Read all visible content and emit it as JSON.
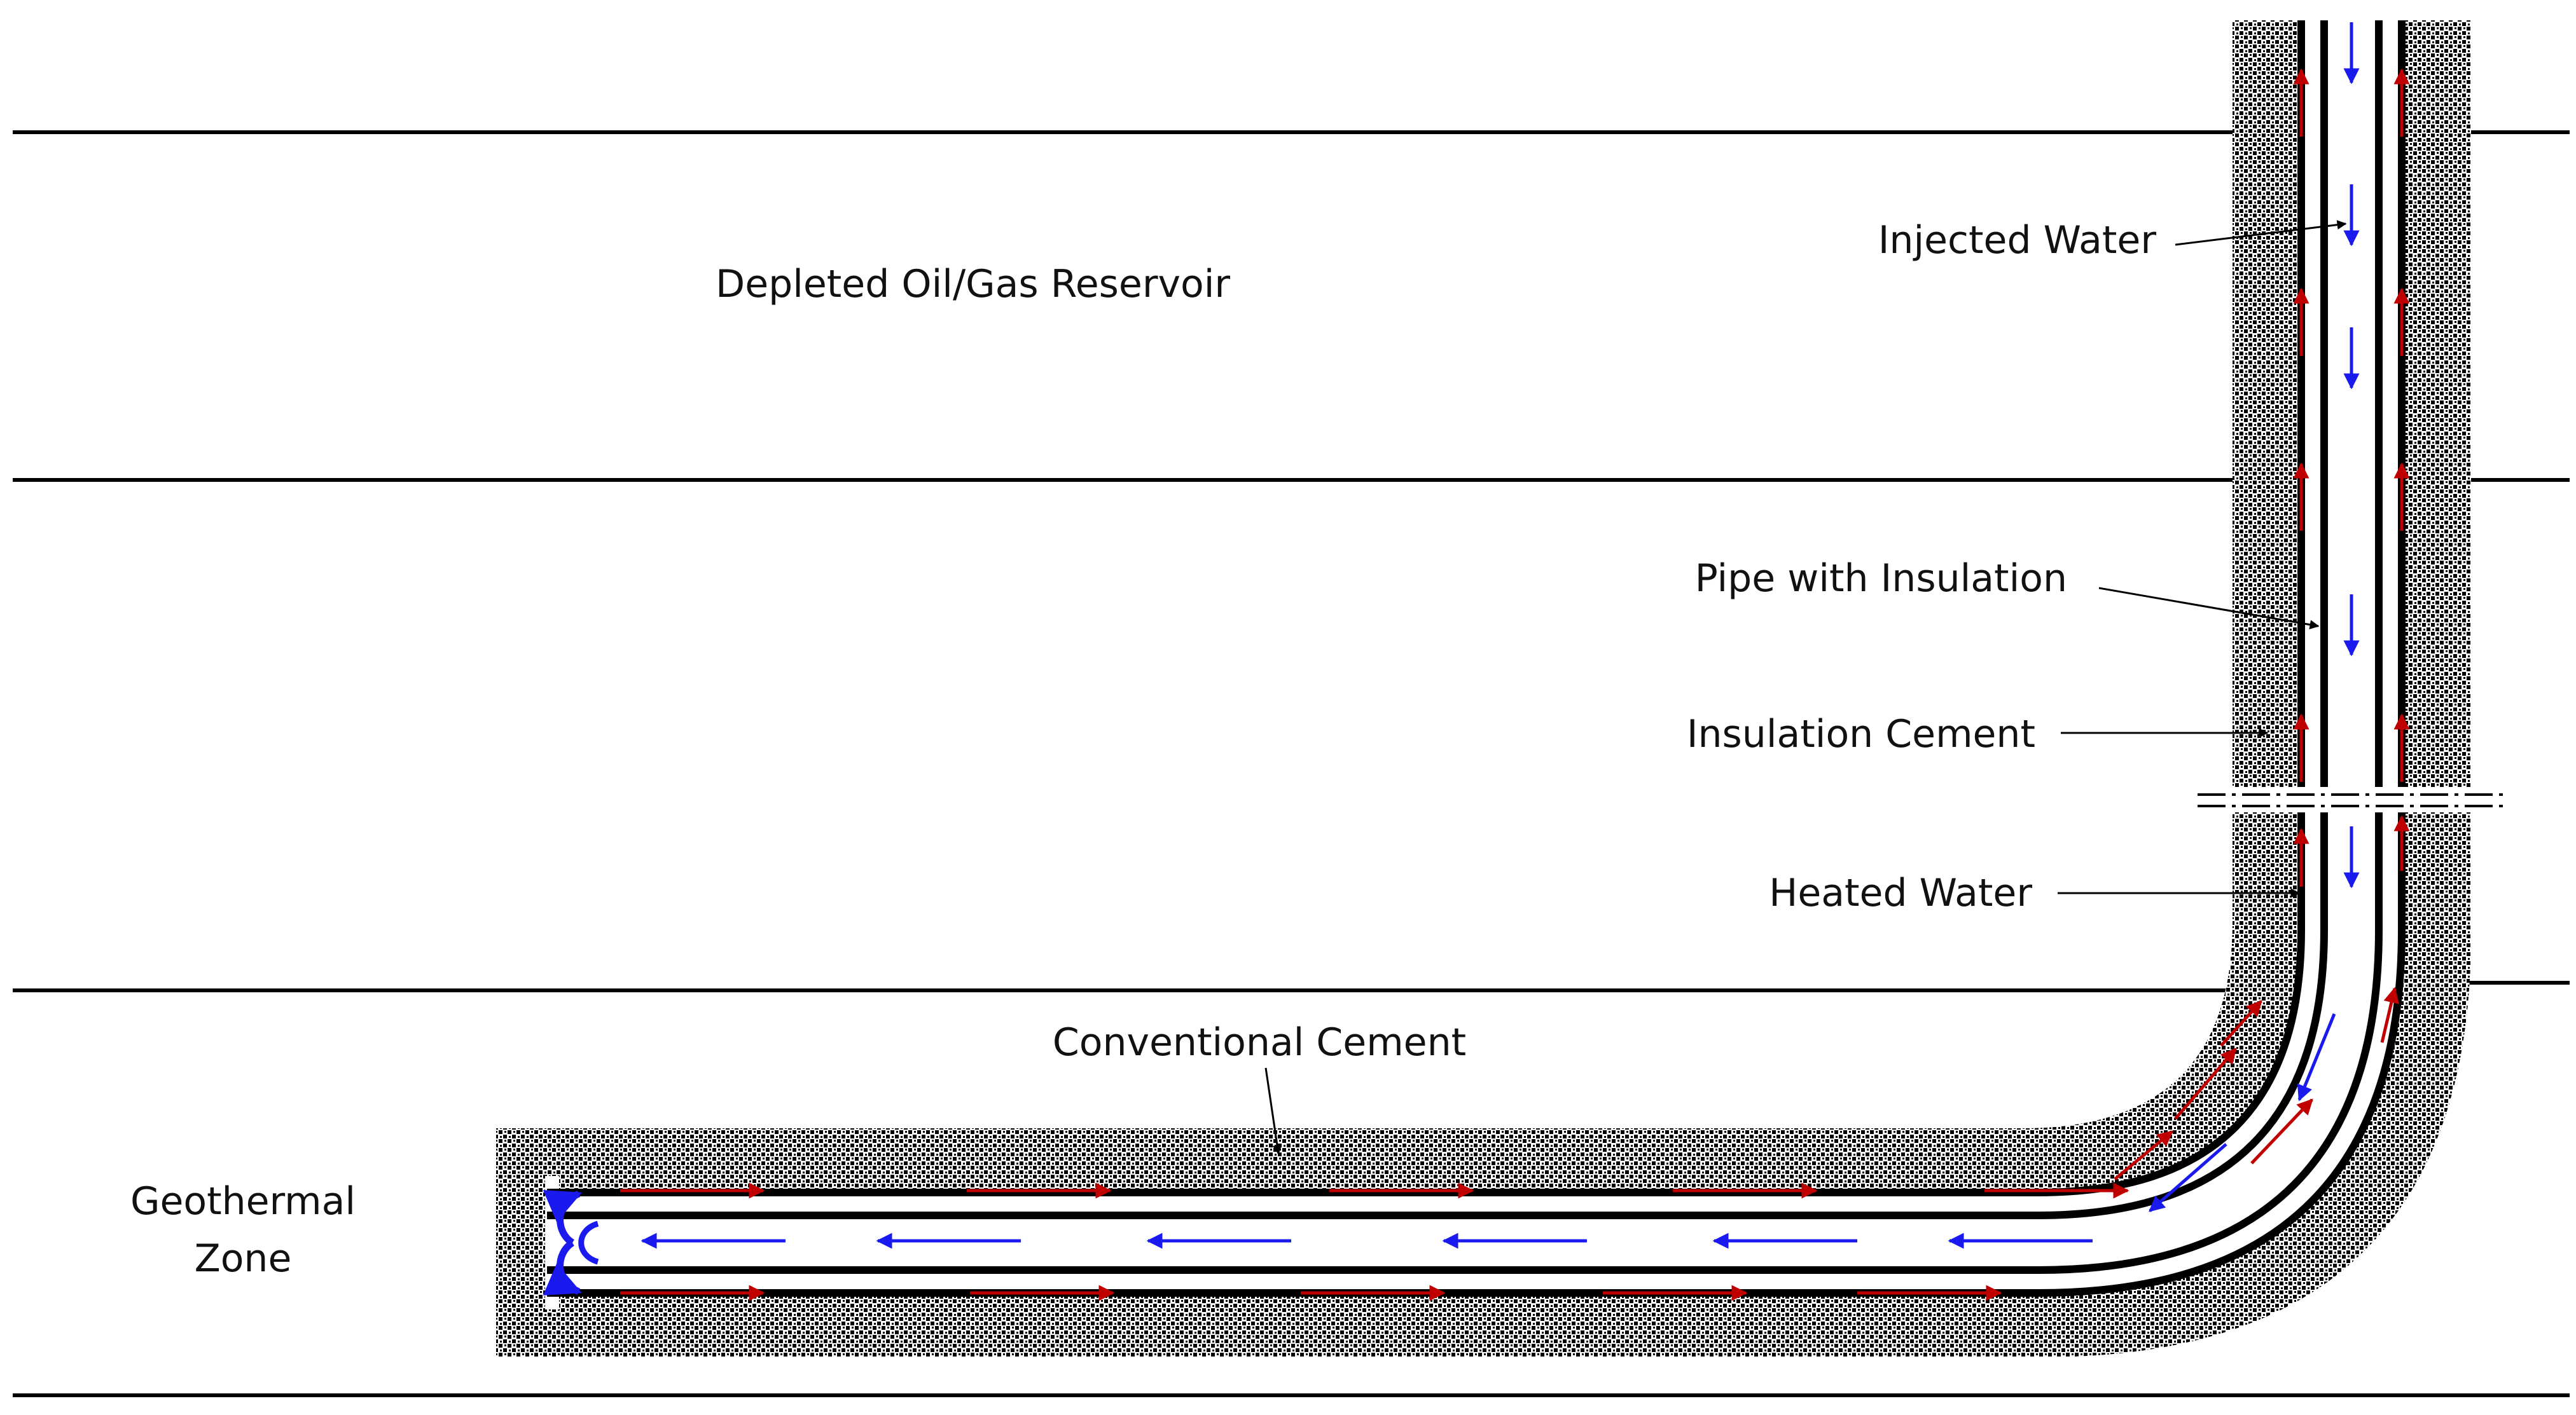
{
  "labels": {
    "reservoir": "Depleted Oil/Gas Reservoir",
    "geothermal_line1": "Geothermal",
    "geothermal_line2": "Zone",
    "injected_water": "Injected Water",
    "pipe_with_insulation": "Pipe with Insulation",
    "insulation_cement": "Insulation Cement",
    "heated_water": "Heated Water",
    "conventional_cement": "Conventional Cement"
  },
  "colors": {
    "heated_flow": "#c00000",
    "injected_flow": "#1a1aee",
    "cement_fill": "#000000",
    "pipe_wall": "#000000",
    "strata_line": "#000000"
  }
}
